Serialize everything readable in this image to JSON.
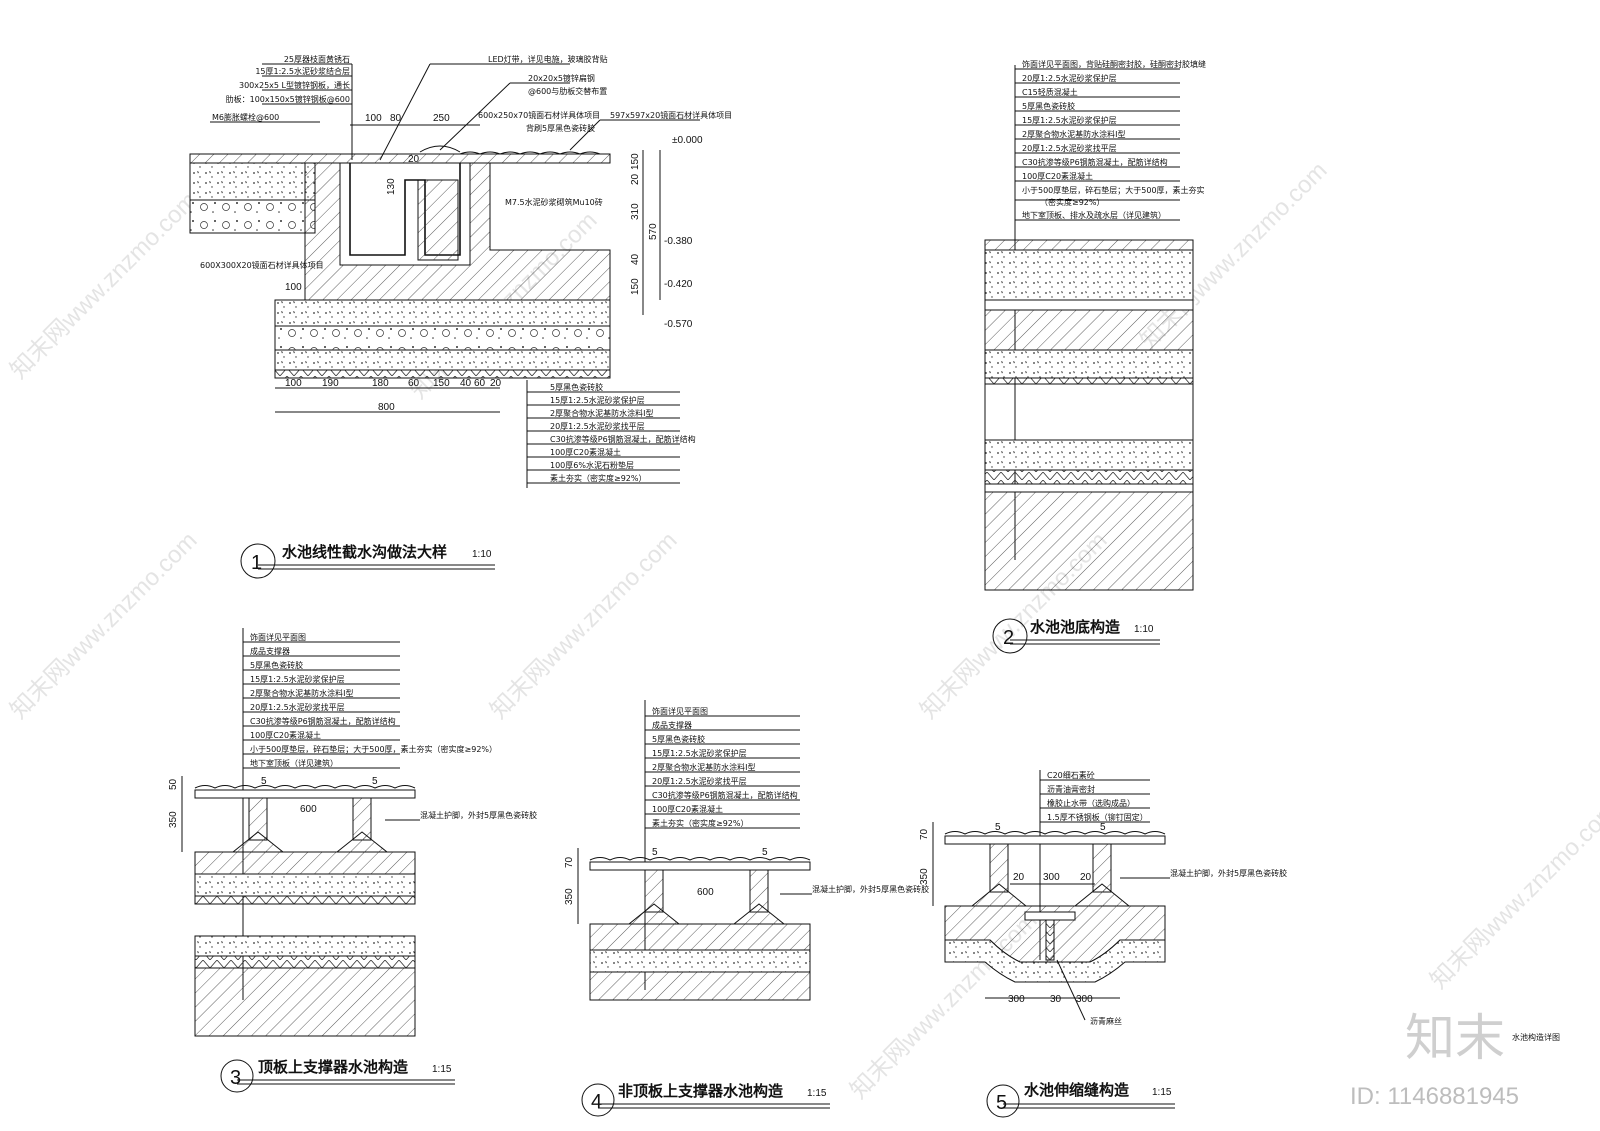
{
  "detail1": {
    "title": "水池线性截水沟做法大样",
    "number": "1",
    "scale": "1:10",
    "top_labels": [
      "25厚器枝面黄锈石",
      "15厚1:2.5水泥砂浆结合层",
      "300x25x5 L型镀锌钢板，通长",
      "肋板：100x150x5镀锌钢板@600",
      "M6膨胀螺栓@600"
    ],
    "top_right_labels": [
      "LED灯带，详见电施，玻璃胶背贴",
      "20x20x5镀锌扁钢",
      "@600与肋板交替布置",
      "600x250x70镜面石材详具体项目",
      "背刷5厚黑色瓷砖胶",
      "597x597x20镜面石材详具体项目"
    ],
    "dims_top": [
      "100",
      "80",
      "250",
      "20"
    ],
    "dims_bottom": [
      "100",
      "190",
      "180",
      "60",
      "150",
      "40",
      "60",
      "20"
    ],
    "dim_total": "800",
    "dims_right": [
      "150",
      "20",
      "310",
      "570",
      "40",
      "150"
    ],
    "levels": [
      "±0.000",
      "-0.380",
      "-0.420",
      "-0.570"
    ],
    "inner_labels": [
      "M7.5水泥砂浆砌筑Mu10砖",
      "600X300X20镜面石材详具体项目",
      "130",
      "20",
      "100"
    ],
    "bottom_labels": [
      "5厚黑色瓷砖胶",
      "15厚1:2.5水泥砂浆保护层",
      "2厚聚合物水泥基防水涂料I型",
      "20厚1:2.5水泥砂浆找平层",
      "C30抗渗等级P6钢筋混凝土，配筋详结构",
      "100厚C20素混凝土",
      "100厚6%水泥石粉垫层",
      "素土夯实（密实度≥92%）"
    ]
  },
  "detail2": {
    "title": "水池池底构造",
    "number": "2",
    "scale": "1:10",
    "labels": [
      "饰面详见平面图，背贴硅酮密封胶，硅酮密封胶填缝",
      "20厚1:2.5水泥砂浆保护层",
      "C15轻质混凝土",
      "5厚黑色瓷砖胶",
      "15厚1:2.5水泥砂浆保护层",
      "2厚聚合物水泥基防水涂料I型",
      "20厚1:2.5水泥砂浆找平层",
      "C30抗渗等级P6钢筋混凝土，配筋详结构",
      "100厚C20素混凝土",
      "小于500厚垫层，碎石垫层；大于500厚，素土夯实",
      "（密实度≥92%）",
      "地下室顶板、排水及疏水层（详见建筑）"
    ]
  },
  "detail3": {
    "title": "顶板上支撑器水池构造",
    "number": "3",
    "scale": "1:15",
    "labels": [
      "饰面详见平面图",
      "成品支撑器",
      "5厚黑色瓷砖胶",
      "15厚1:2.5水泥砂浆保护层",
      "2厚聚合物水泥基防水涂料I型",
      "20厚1:2.5水泥砂浆找平层",
      "C30抗渗等级P6钢筋混凝土，配筋详结构",
      "100厚C20素混凝土",
      "小于500厚垫层，碎石垫层；大于500厚，素土夯实（密实度≥92%）",
      "地下室顶板（详见建筑）"
    ],
    "side_note": "混凝土护脚，外封5厚黑色瓷砖胶",
    "dims": [
      "5",
      "5",
      "600",
      "50",
      "350"
    ]
  },
  "detail4": {
    "title": "非顶板上支撑器水池构造",
    "number": "4",
    "scale": "1:15",
    "labels": [
      "饰面详见平面图",
      "成品支撑器",
      "5厚黑色瓷砖胶",
      "15厚1:2.5水泥砂浆保护层",
      "2厚聚合物水泥基防水涂料I型",
      "20厚1:2.5水泥砂浆找平层",
      "C30抗渗等级P6钢筋混凝土，配筋详结构",
      "100厚C20素混凝土",
      "素土夯实（密实度≥92%）"
    ],
    "side_note": "混凝土护脚，外封5厚黑色瓷砖胶",
    "dims": [
      "5",
      "5",
      "600",
      "70",
      "350"
    ]
  },
  "detail5": {
    "title": "水池伸缩缝构造",
    "number": "5",
    "scale": "1:15",
    "labels": [
      "C20细石素砼",
      "沥青油膏密封",
      "橡胶止水带（选购成品）",
      "1.5厚不锈钢板（铆钉固定）"
    ],
    "side_note": "混凝土护脚，外封5厚黑色瓷砖胶",
    "bottom_note": "沥青麻丝",
    "dims": [
      "5",
      "5",
      "20",
      "300",
      "20",
      "70",
      "350",
      "300",
      "30",
      "300"
    ]
  },
  "sheet_name": "水池构造详图",
  "watermark": "知末网www.znzmo.com",
  "brand_logo": "知末",
  "brand_id": "ID: 1146881945"
}
